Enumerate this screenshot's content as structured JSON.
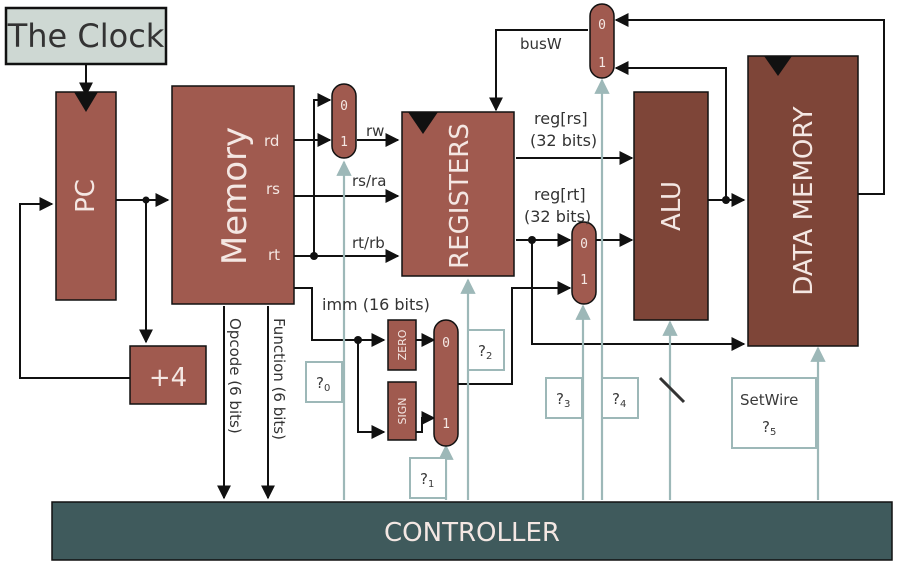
{
  "colors": {
    "block": "#a05a4f",
    "alu": "#7e4538",
    "controller": "#3f5a5c",
    "clock": "#ced8d3",
    "control_wire": "#9db8b8",
    "wire": "#111111"
  },
  "blocks": {
    "clock": "The Clock",
    "pc": "PC",
    "memory": "Memory",
    "registers": "REGISTERS",
    "alu": "ALU",
    "data_memory": "DATA MEMORY",
    "plus4": "+4",
    "zero": "ZERO",
    "sign": "SIGN",
    "controller": "CONTROLLER"
  },
  "ports": {
    "rd": "rd",
    "rs": "rs",
    "rt": "rt"
  },
  "signals": {
    "rw": "rw",
    "rs_ra": "rs/ra",
    "rt_rb": "rt/rb",
    "imm": "imm (16 bits)",
    "busw": "busW",
    "reg_rs": "reg[rs]",
    "reg_rs_bits": "(32 bits)",
    "reg_rt": "reg[rt]",
    "reg_rt_bits": "(32 bits)",
    "opcode": "Opcode (6 bits)",
    "function": "Function (6 bits)",
    "setwire": "SetWire"
  },
  "mux_inputs": [
    "0",
    "1"
  ],
  "controls": [
    {
      "q": "?",
      "sub": "0"
    },
    {
      "q": "?",
      "sub": "1"
    },
    {
      "q": "?",
      "sub": "2"
    },
    {
      "q": "?",
      "sub": "3"
    },
    {
      "q": "?",
      "sub": "4"
    },
    {
      "q": "?",
      "sub": "5"
    }
  ]
}
